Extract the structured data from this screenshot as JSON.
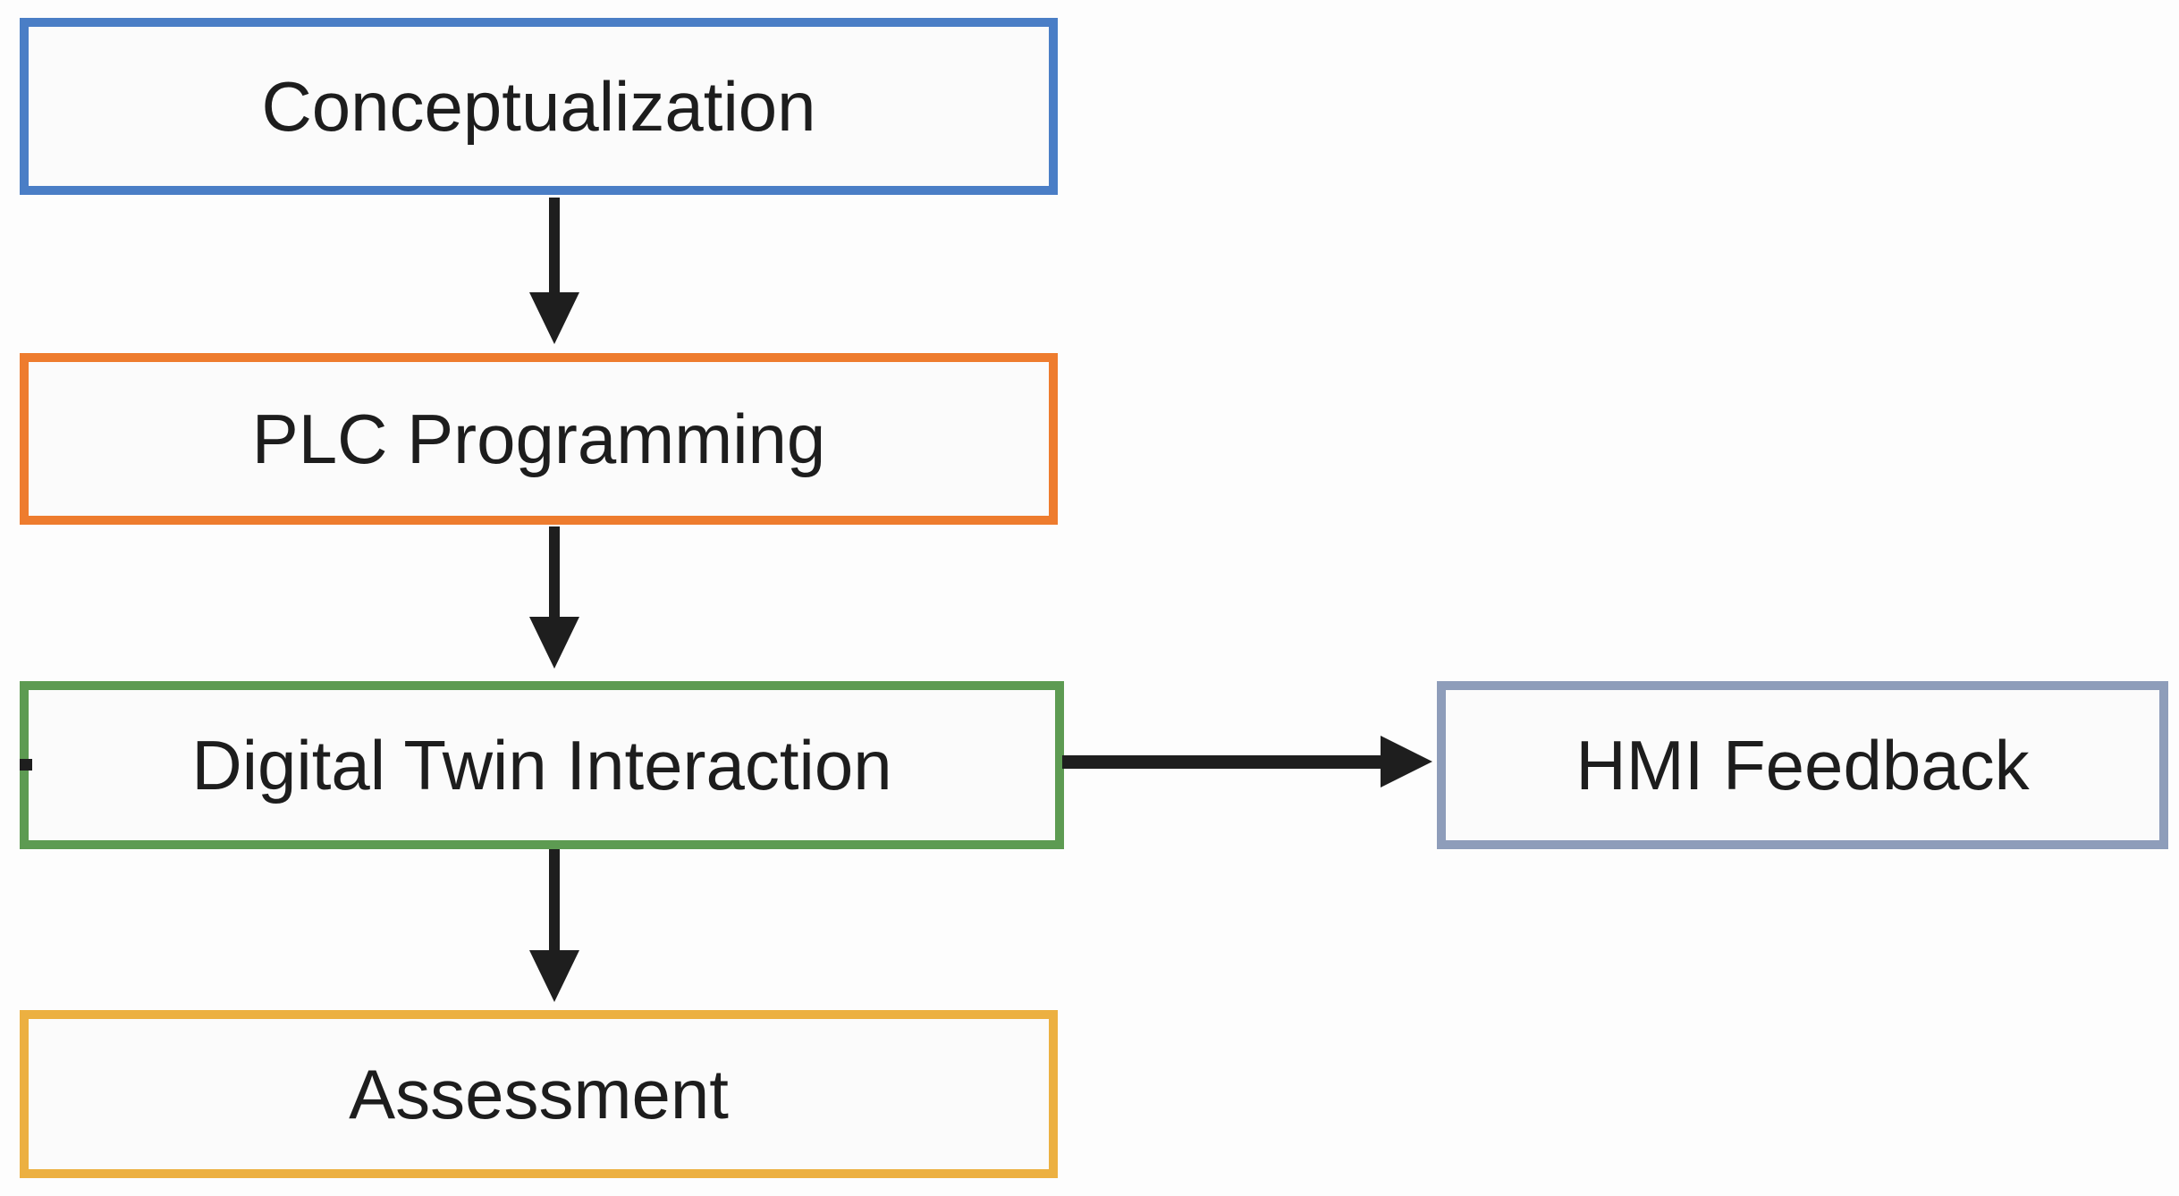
{
  "diagram": {
    "background_color": "#fdfdfd",
    "node_fill_color": "#fbfbfb",
    "text_color": "#1d1d1d",
    "arrow_color": "#1e1e1e",
    "nodes": [
      {
        "id": "conceptualization",
        "label": "Conceptualization",
        "border_color": "#4a7ec6"
      },
      {
        "id": "plc-programming",
        "label": "PLC Programming",
        "border_color": "#ee7c2e"
      },
      {
        "id": "digital-twin-interaction",
        "label": "Digital Twin Interaction",
        "border_color": "#5d9b52"
      },
      {
        "id": "assessment",
        "label": "Assessment",
        "border_color": "#ecb041"
      },
      {
        "id": "hmi-feedback",
        "label": "HMI Feedback",
        "border_color": "#8e9dba"
      }
    ],
    "edges": [
      {
        "from": "conceptualization",
        "to": "plc-programming",
        "direction": "down"
      },
      {
        "from": "plc-programming",
        "to": "digital-twin-interaction",
        "direction": "down"
      },
      {
        "from": "digital-twin-interaction",
        "to": "assessment",
        "direction": "down"
      },
      {
        "from": "digital-twin-interaction",
        "to": "hmi-feedback",
        "direction": "right"
      }
    ]
  }
}
